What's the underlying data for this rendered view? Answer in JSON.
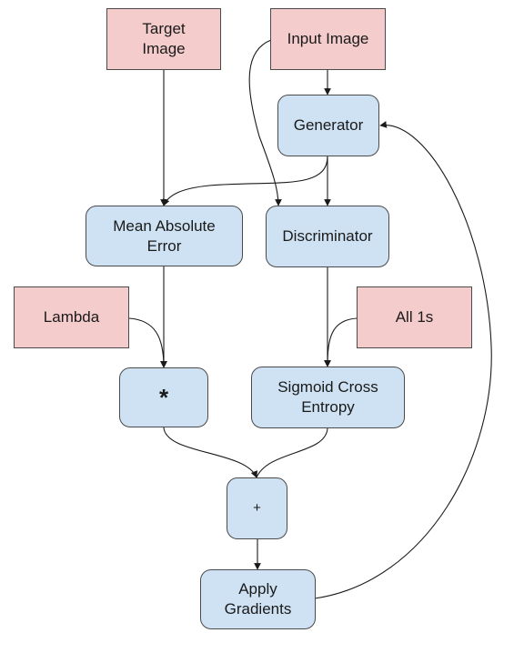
{
  "nodes": {
    "target_image": {
      "label": "Target\nImage"
    },
    "input_image": {
      "label": "Input Image"
    },
    "generator": {
      "label": "Generator"
    },
    "mean_absolute_error": {
      "label": "Mean Absolute\nError"
    },
    "discriminator": {
      "label": "Discriminator"
    },
    "lambda": {
      "label": "Lambda"
    },
    "all_1s": {
      "label": "All 1s"
    },
    "multiply": {
      "label": "*"
    },
    "sigmoid_cross_entropy": {
      "label": "Sigmoid Cross\nEntropy"
    },
    "add": {
      "label": "+"
    },
    "apply_gradients": {
      "label": "Apply\nGradients"
    }
  },
  "colors": {
    "input_fill": "#f4cccc",
    "op_fill": "#cfe2f3",
    "border": "#4a4a4a",
    "edge": "#1a1a1a"
  },
  "edges": [
    {
      "from": "target_image",
      "to": "mean_absolute_error"
    },
    {
      "from": "input_image",
      "to": "generator"
    },
    {
      "from": "input_image",
      "to": "discriminator"
    },
    {
      "from": "generator",
      "to": "discriminator"
    },
    {
      "from": "generator",
      "to": "mean_absolute_error"
    },
    {
      "from": "mean_absolute_error",
      "to": "multiply"
    },
    {
      "from": "lambda",
      "to": "multiply"
    },
    {
      "from": "discriminator",
      "to": "sigmoid_cross_entropy"
    },
    {
      "from": "all_1s",
      "to": "sigmoid_cross_entropy"
    },
    {
      "from": "multiply",
      "to": "add"
    },
    {
      "from": "sigmoid_cross_entropy",
      "to": "add"
    },
    {
      "from": "add",
      "to": "apply_gradients"
    },
    {
      "from": "apply_gradients",
      "to": "generator"
    }
  ]
}
